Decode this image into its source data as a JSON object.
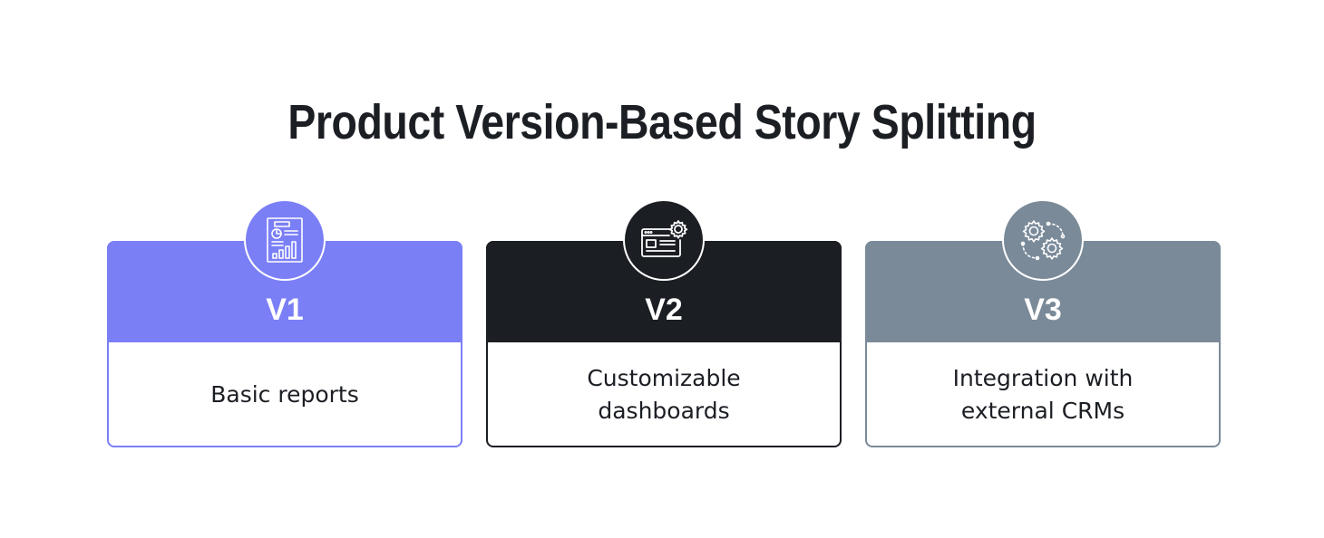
{
  "title": "Product Version-Based Story Splitting",
  "versions": [
    {
      "label": "V1",
      "description": "Basic reports",
      "icon": "report-chart-icon",
      "color": "#7b7ff6"
    },
    {
      "label": "V2",
      "description": "Customizable dashboards",
      "icon": "dashboard-settings-icon",
      "color": "#1b1e23"
    },
    {
      "label": "V3",
      "description": "Integration with\nexternal CRMs",
      "icon": "gears-integration-icon",
      "color": "#7a8a99"
    }
  ]
}
